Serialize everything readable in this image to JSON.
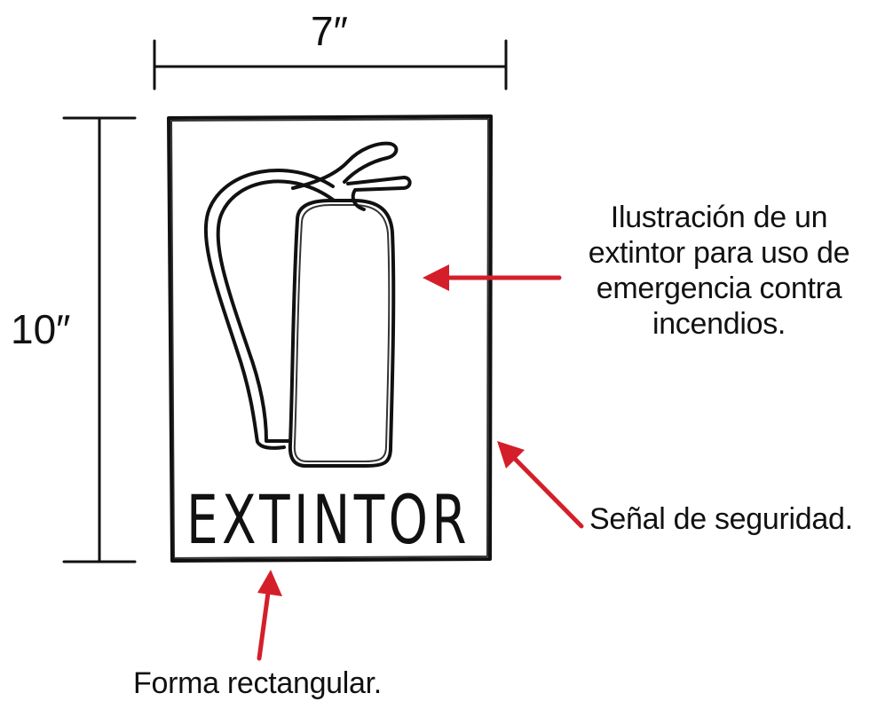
{
  "dimensions": {
    "width_label": "7″",
    "height_label": "10″"
  },
  "sign": {
    "text": "EXTINTOR",
    "icon": "fire-extinguisher-icon"
  },
  "annotations": {
    "illustration": "Ilustración de un extintor para uso de emergencia contra incendios.",
    "illustration_lines": [
      "Ilustración de un",
      "extintor para uso de",
      "emergencia contra",
      "incendios."
    ],
    "safety_sign": "Señal de seguridad.",
    "shape": "Forma rectangular."
  },
  "colors": {
    "arrow": "#d41f2b",
    "ink": "#111111"
  }
}
